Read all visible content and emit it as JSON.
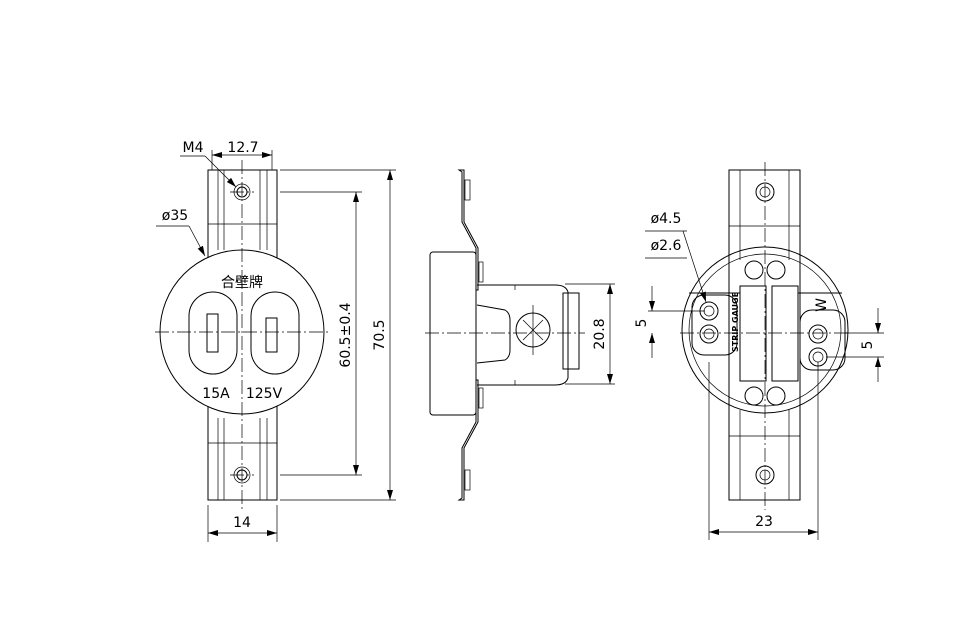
{
  "front_view": {
    "thread_label": "M4",
    "hole_spacing_top": "12.7",
    "diameter_label": "ø35",
    "brand_text": "合壁牌",
    "rating_current": "15A",
    "rating_voltage": "125V",
    "mount_pitch": "60.5±0.4",
    "overall_length": "70.5",
    "strap_width": "14"
  },
  "side_view": {
    "depth": "20.8"
  },
  "rear_view": {
    "hole_dia_outer": "ø4.5",
    "hole_dia_inner": "ø2.6",
    "strip_gauge": "STRIP GAUGE",
    "terminal_mark": "W",
    "left_pitch": "5",
    "right_pitch": "5",
    "overall_width": "23"
  }
}
